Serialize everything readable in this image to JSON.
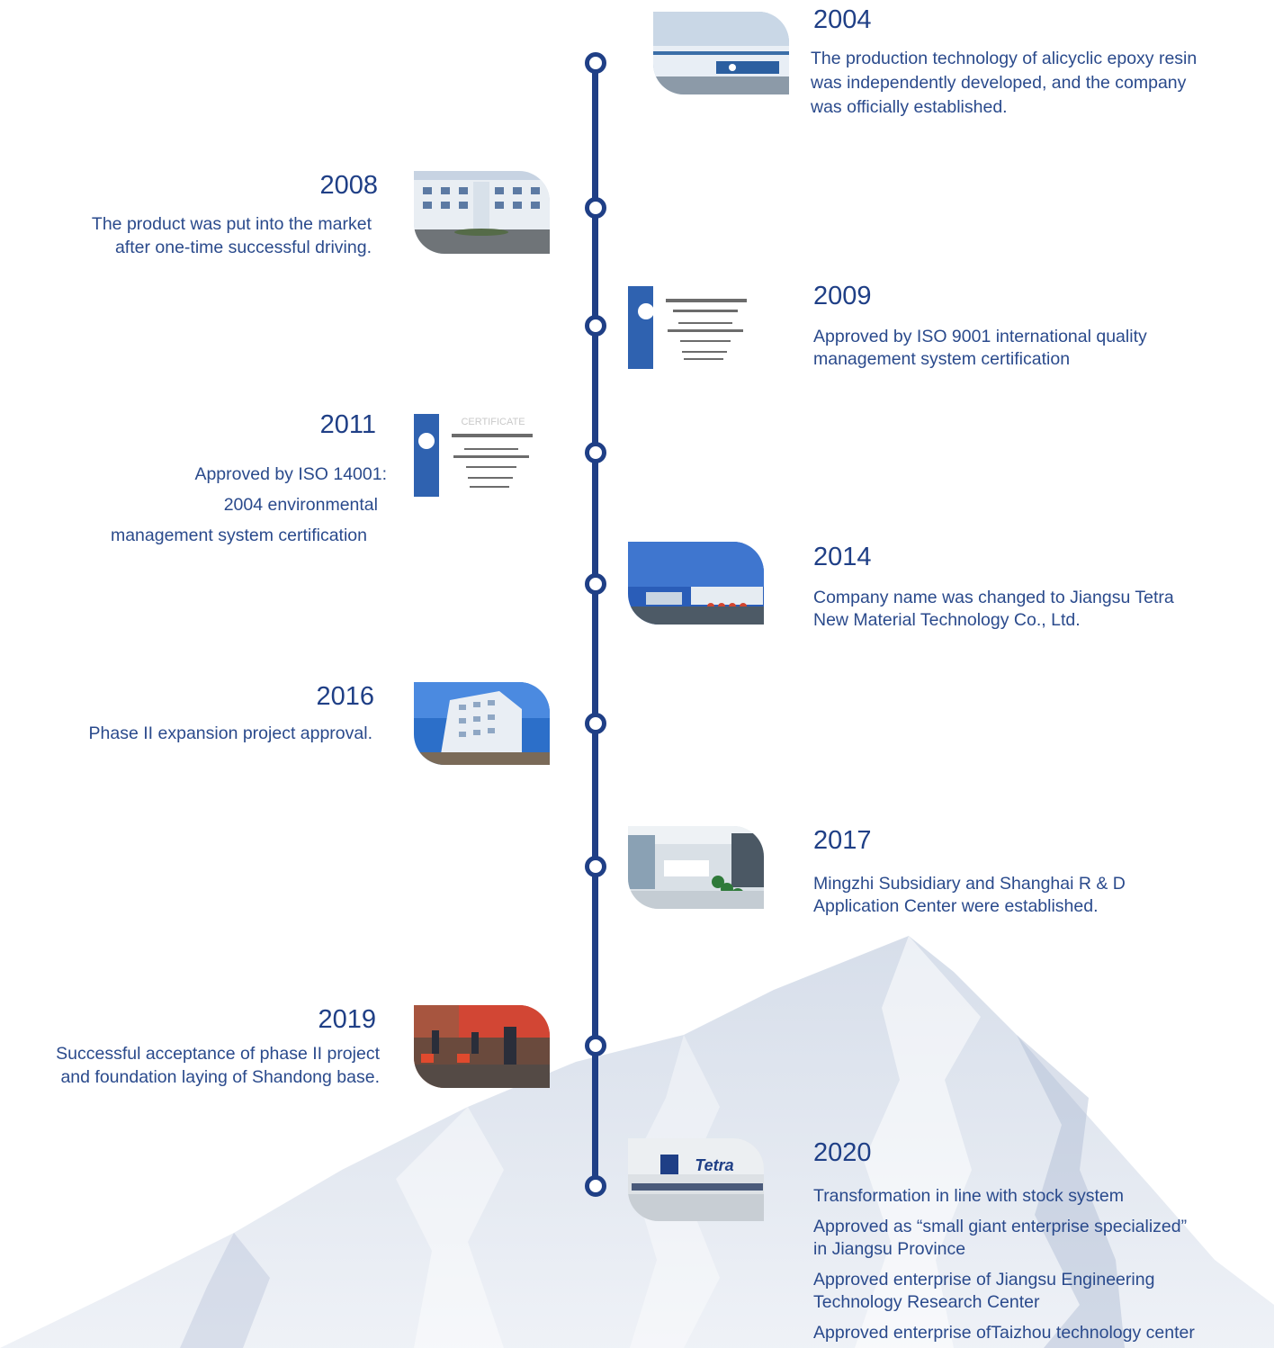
{
  "colors": {
    "accent": "#1f3f86",
    "text": "#2a4a8c",
    "background": "#ffffff"
  },
  "events": [
    {
      "year": "2004",
      "lines": [
        "The production technology of alicyclic epoxy resin",
        "was independently developed, and the company",
        "was officially established."
      ]
    },
    {
      "year": "2008",
      "lines": [
        "The product was put into the market",
        "after one-time successful driving."
      ]
    },
    {
      "year": "2009",
      "lines": [
        "Approved by ISO 9001  international quality",
        "management system certification"
      ]
    },
    {
      "year": "2011",
      "lines": [
        "Approved by ISO 14001:",
        "2004 environmental",
        "management system certification"
      ]
    },
    {
      "year": "2014",
      "lines": [
        "Company name was changed to Jiangsu Tetra",
        "New Material Technology Co., Ltd."
      ]
    },
    {
      "year": "2016",
      "lines": [
        "Phase II expansion project approval."
      ]
    },
    {
      "year": "2017",
      "lines": [
        "Mingzhi Subsidiary and Shanghai R & D",
        "Application Center were established."
      ]
    },
    {
      "year": "2019",
      "lines": [
        "Successful acceptance of phase II project",
        "and foundation laying of Shandong base."
      ]
    },
    {
      "year": "2020",
      "lines": [
        "Transformation in line with stock system",
        "Approved as “small giant enterprise specialized”",
        "in Jiangsu Province",
        "Approved enterprise of Jiangsu Engineering",
        "Technology Research Center",
        "Approved enterprise ofTaizhou technology center"
      ]
    }
  ],
  "images": {
    "cert_title": "CERTIFICATE",
    "logo_text": "Tetra"
  }
}
